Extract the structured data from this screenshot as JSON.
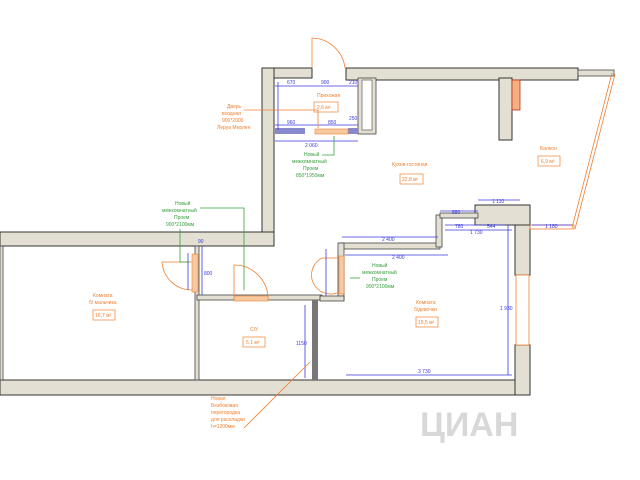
{
  "rooms": {
    "hall": {
      "name": "Прихожая",
      "area": "2,6 м²"
    },
    "kitchen": {
      "name": "Кухня-гостиная",
      "area": "22,8 м²"
    },
    "balcony": {
      "name": "Балкон",
      "area": "6,9 м²"
    },
    "bedroom_left": {
      "name": "Комната",
      "name2": "б/ мальчика",
      "area": "16,7 м²"
    },
    "bathroom": {
      "name": "С/У",
      "area": "5,1 м²"
    },
    "bedroom_right": {
      "name": "Комната",
      "name2": "б/девочки",
      "area": "15,5 м²"
    }
  },
  "notes": {
    "entry_door": [
      "Дверь",
      "входная",
      "900*2000",
      "Леруа Мерлен"
    ],
    "opening_hall": [
      "Новый",
      "межкомнатный",
      "Проем",
      "850*1950мм"
    ],
    "opening_left": [
      "Новый",
      "межкомнатный",
      "Проем",
      "900*2100мм"
    ],
    "opening_right": [
      "Новый",
      "межкомнатный",
      "Проем",
      "900*2100мм"
    ],
    "partition": [
      "Новая",
      "Безбоковая",
      "перегородка",
      "для раскладки",
      "h=1200мм"
    ]
  },
  "dimensions": {
    "d670": "670",
    "d900": "900",
    "d210": "210",
    "d960": "960",
    "d850": "850",
    "d250": "250",
    "d2060": "2 060",
    "d2400a": "2 400",
    "d2400b": "2 400",
    "d880": "880",
    "d780": "780",
    "d544": "544",
    "d730a": "1 730",
    "d1110": "1 110",
    "d1180": "1 180",
    "d1930": "1 930",
    "d3730": "3 730",
    "d90": "90",
    "d800": "800",
    "d1150": "1150"
  },
  "watermark": "ЦИАН"
}
